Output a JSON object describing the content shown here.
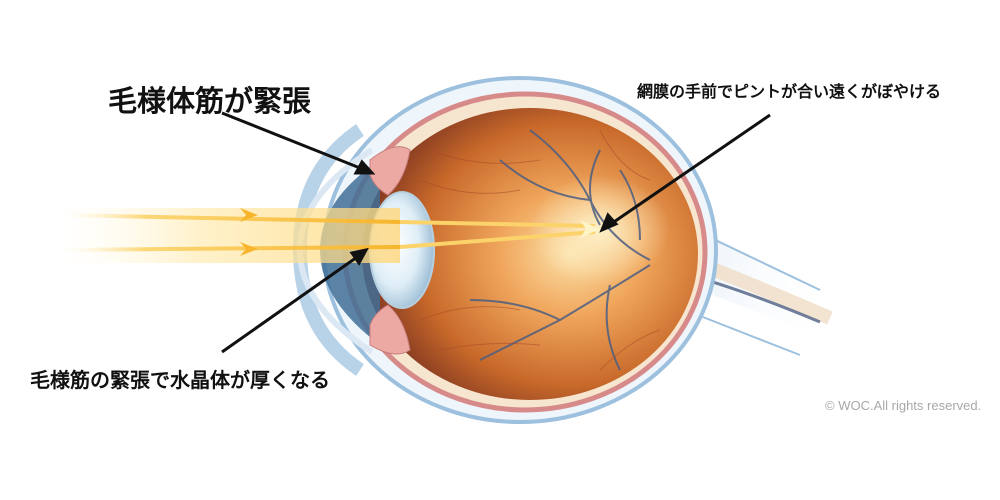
{
  "diagram": {
    "subject": "Cross-section of human eye showing myopia (focus in front of retina)",
    "labels": {
      "ciliary_tension": "毛様体筋が緊張",
      "focus_in_front": "網膜の手前でピントが合い遠くがぼやける",
      "lens_thickens": "毛様筋の緊張で水晶体が厚くなる"
    },
    "copyright": "© WOC.All rights reserved.",
    "colors": {
      "text": "#111111",
      "copyright": "#a8a8a8",
      "light_ray": "#f7c02e",
      "light_glow": "#fff3c4",
      "sclera_outline": "#9cc0de",
      "choroid": "#d78a8a",
      "retina_fill": "#c8692a",
      "retina_center": "#f6c47e",
      "vessel": "#4c5e82",
      "lens": "#dfeef7",
      "cornea": "#3f6f96",
      "arrow": "#111111"
    },
    "parts": [
      {
        "name": "light-rays",
        "count": 2
      },
      {
        "name": "cornea"
      },
      {
        "name": "lens"
      },
      {
        "name": "ciliary-muscle"
      },
      {
        "name": "retina"
      },
      {
        "name": "blood-vessels"
      },
      {
        "name": "optic-nerve"
      },
      {
        "name": "focal-point"
      }
    ]
  }
}
